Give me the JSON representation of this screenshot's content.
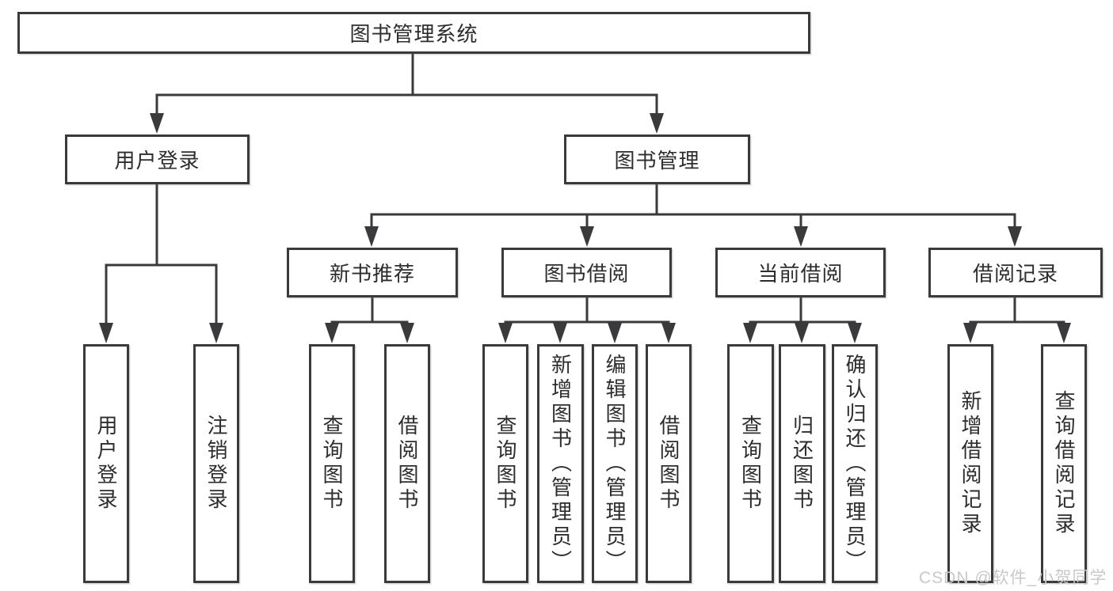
{
  "tree": {
    "root": {
      "label": "图书管理系统"
    },
    "branches": [
      {
        "label": "用户登录",
        "children": [
          {
            "label": "用户登录"
          },
          {
            "label": "注销登录"
          }
        ]
      },
      {
        "label": "图书管理",
        "children": [
          {
            "label": "新书推荐",
            "children": [
              {
                "label": "查询图书"
              },
              {
                "label": "借阅图书"
              }
            ]
          },
          {
            "label": "图书借阅",
            "children": [
              {
                "label": "查询图书"
              },
              {
                "label": "新增图书（管理员）"
              },
              {
                "label": "编辑图书（管理员）"
              },
              {
                "label": "借阅图书"
              }
            ]
          },
          {
            "label": "当前借阅",
            "children": [
              {
                "label": "查询图书"
              },
              {
                "label": "归还图书"
              },
              {
                "label": "确认归还（管理员）"
              }
            ]
          },
          {
            "label": "借阅记录",
            "children": [
              {
                "label": "新增借阅记录"
              },
              {
                "label": "查询借阅记录"
              }
            ]
          }
        ]
      }
    ]
  },
  "watermark": {
    "text": "CSDN @软件_小贺同学"
  },
  "colors": {
    "line": "#3a3a3c",
    "text": "#2d2d2f",
    "background": "#ffffff",
    "watermark": "#c9c9c9"
  }
}
